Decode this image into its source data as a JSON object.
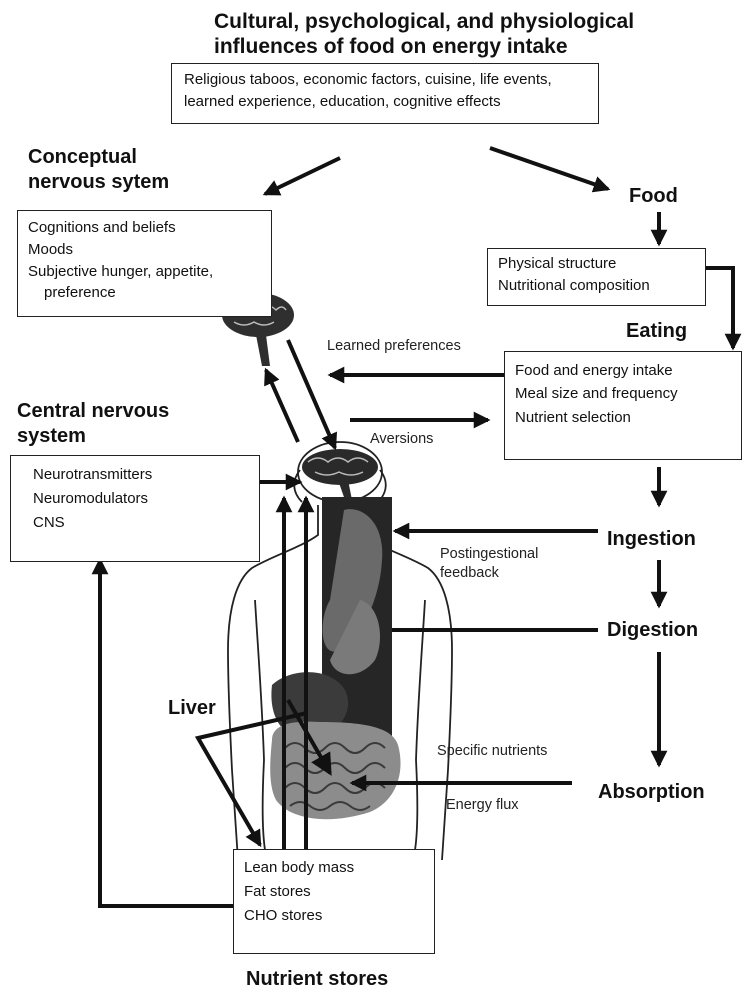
{
  "title": {
    "line1": "Cultural, psychological, and physiological",
    "line2": "influences of food on energy intake"
  },
  "influences": {
    "line1": "Religious taboos, economic factors, cuisine, life events,",
    "line2": "learned experience, education, cognitive effects"
  },
  "conceptual": {
    "heading1": "Conceptual",
    "heading2": "nervous sytem",
    "items": [
      "Cognitions and beliefs",
      "Moods",
      "Subjective hunger, appetite,",
      "preference"
    ]
  },
  "food": {
    "heading": "Food",
    "items": [
      "Physical structure",
      "Nutritional composition"
    ]
  },
  "eating": {
    "heading": "Eating",
    "items": [
      "Food and energy  intake",
      "Meal size and frequency",
      "Nutrient selection"
    ]
  },
  "links": {
    "learned": "Learned preferences",
    "aversions": "Aversions",
    "postingestional1": "Postingestional",
    "postingestional2": "feedback",
    "specific": "Specific nutrients",
    "energy": "Energy flux"
  },
  "cns": {
    "heading1": "Central nervous",
    "heading2": "system",
    "items": [
      "Neurotransmitters",
      "Neuromodulators",
      "CNS"
    ]
  },
  "stages": {
    "ingestion": "Ingestion",
    "digestion": "Digestion",
    "absorption": "Absorption"
  },
  "liver": "Liver",
  "stores": {
    "items": [
      "Lean body mass",
      "Fat stores",
      "CHO stores"
    ],
    "heading": "Nutrient stores"
  },
  "colors": {
    "ink": "#111111",
    "organ_dark": "#2b2b2b",
    "organ_mid": "#6e6e6e",
    "organ_light": "#a9a9a9"
  }
}
